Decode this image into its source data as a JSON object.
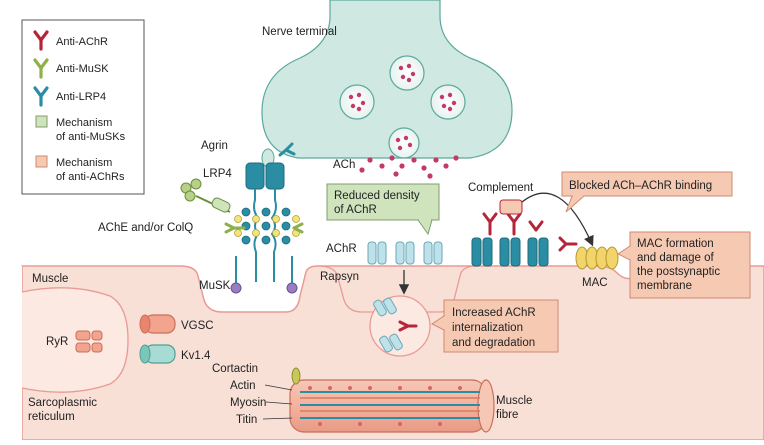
{
  "legend": {
    "anti_achr": "Anti-AChR",
    "anti_musk": "Anti-MuSK",
    "anti_lrp4": "Anti-LRP4",
    "mech_musk_line1": "Mechanism",
    "mech_musk_line2": "of anti-MuSKs",
    "mech_achr_line1": "Mechanism",
    "mech_achr_line2": "of anti-AChRs"
  },
  "colors": {
    "anti_achr": "#b5253a",
    "anti_musk": "#8fb04a",
    "anti_lrp4": "#2a8da3",
    "musk_mechanism": "#cfe3bd",
    "achr_mechanism": "#f6c9b2",
    "terminal": "#cfe8e2",
    "muscle": "#f9e0d7",
    "muscle_border": "#e99a95"
  },
  "labels": {
    "nerve_terminal": "Nerve terminal",
    "ach": "ACh",
    "agrin": "Agrin",
    "lrp4": "LRP4",
    "ache": "AChE and/or ColQ",
    "musk": "MuSK",
    "muscle": "Muscle",
    "achr": "AChR",
    "rapsyn": "Rapsyn",
    "complement": "Complement",
    "mac": "MAC",
    "ryr": "RyR",
    "sarco_line1": "Sarcoplasmic",
    "sarco_line2": "reticulum",
    "vgsc": "VGSC",
    "kv": "Kv1.4",
    "cortactin": "Cortactin",
    "actin": "Actin",
    "myosin": "Myosin",
    "titin": "Titin",
    "muscle_fibre_line1": "Muscle",
    "muscle_fibre_line2": "fibre"
  },
  "callouts": {
    "reduced_line1": "Reduced density",
    "reduced_line2": "of AChR",
    "increased_line1": "Increased AChR",
    "increased_line2": "internalization",
    "increased_line3": "and degradation",
    "blocked": "Blocked ACh–AChR binding",
    "mac_line1": "MAC formation",
    "mac_line2": "and damage of",
    "mac_line3": "the postsynaptic",
    "mac_line4": "membrane"
  }
}
